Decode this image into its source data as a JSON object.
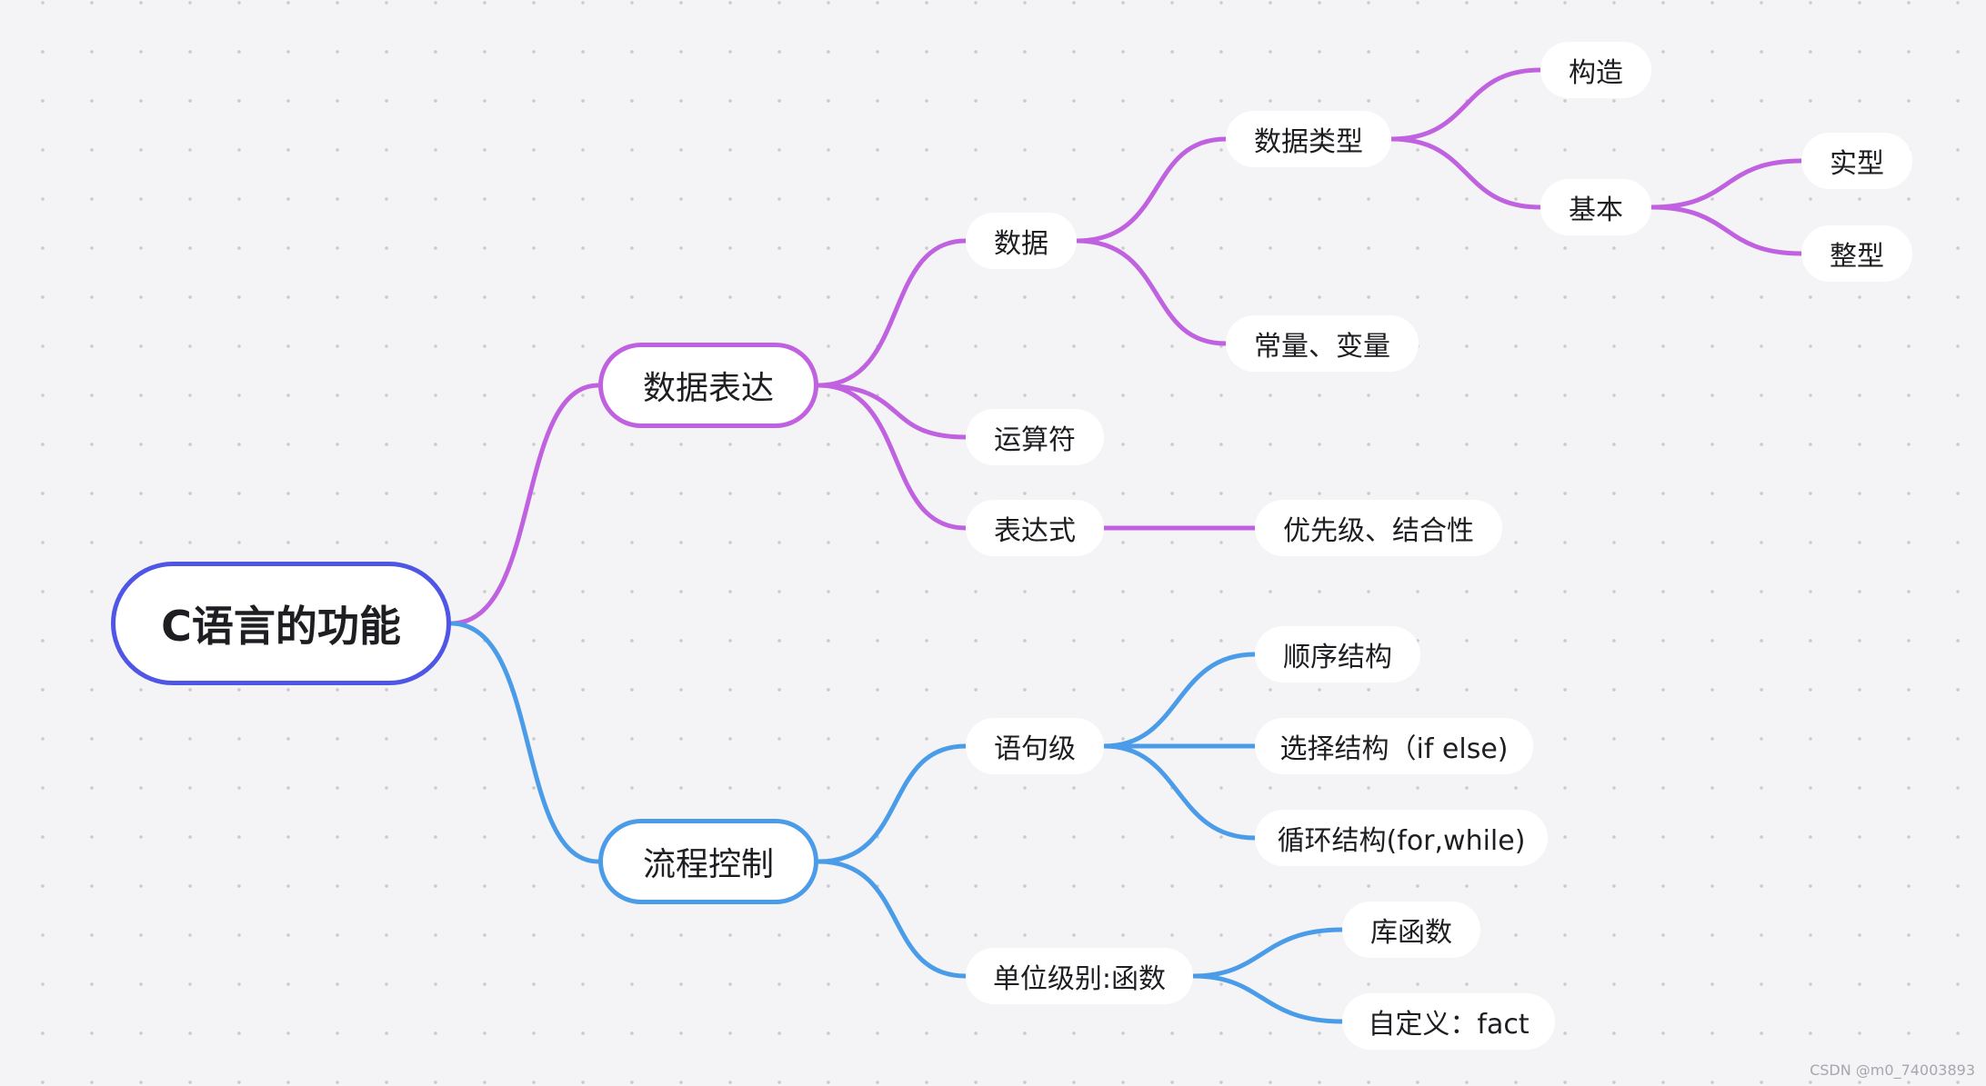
{
  "colors": {
    "root_border": "#4f56e6",
    "branch_data": "#c061e0",
    "branch_flow": "#4a9ce8",
    "background": "#f4f4f6"
  },
  "root": {
    "label": "C语言的功能"
  },
  "branches": [
    {
      "label": "数据表达",
      "children": [
        {
          "label": "数据",
          "children": [
            {
              "label": "数据类型",
              "children": [
                {
                  "label": "构造"
                },
                {
                  "label": "基本",
                  "children": [
                    {
                      "label": "实型"
                    },
                    {
                      "label": "整型"
                    }
                  ]
                }
              ]
            },
            {
              "label": "常量、变量"
            }
          ]
        },
        {
          "label": "运算符"
        },
        {
          "label": "表达式",
          "children": [
            {
              "label": "优先级、结合性"
            }
          ]
        }
      ]
    },
    {
      "label": "流程控制",
      "children": [
        {
          "label": "语句级",
          "children": [
            {
              "label": "顺序结构"
            },
            {
              "label": "选择结构（if else)"
            },
            {
              "label": "循环结构(for,while)"
            }
          ]
        },
        {
          "label": "单位级别:函数",
          "children": [
            {
              "label": "库函数"
            },
            {
              "label": "自定义：fact"
            }
          ]
        }
      ]
    }
  ],
  "watermark": "CSDN @m0_74003893"
}
